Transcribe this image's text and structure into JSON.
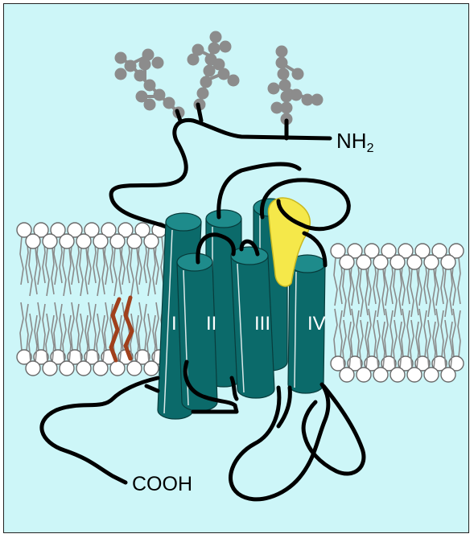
{
  "labels": {
    "n_terminus": "NH",
    "n_terminus_sub": "2",
    "c_terminus": "COOH"
  },
  "helices": [
    {
      "roman": "I"
    },
    {
      "roman": "II"
    },
    {
      "roman": "III"
    },
    {
      "roman": "IV"
    }
  ],
  "colors": {
    "background": "#cdf6f8",
    "helix": "#0b6a6a",
    "helix_top": "#1e8b8b",
    "pore_loop": "#f5e84a",
    "lipid_head": "#ffffff",
    "lipid_tail": "#8a8a8a",
    "sugar": "#8c8c8c",
    "chain": "#000000",
    "cholesterol": "#a0401c"
  }
}
